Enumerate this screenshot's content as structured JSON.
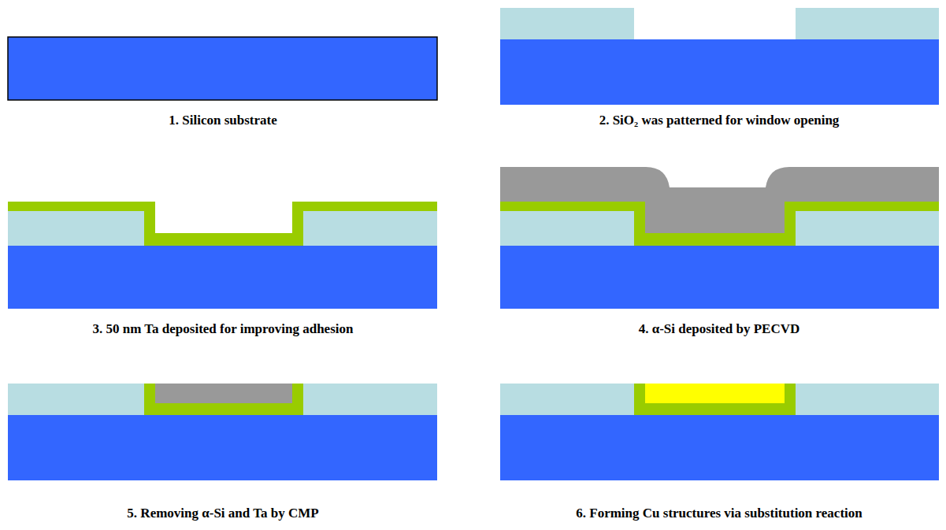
{
  "diagram": {
    "labels": [
      "1. Silicon substrate",
      "2. SiO₂ was patterned for window opening",
      "3. 50 nm Ta deposited for improving adhesion",
      "4. α-Si deposited by PECVD",
      "5. Removing α-Si and Ta by CMP",
      "6. Forming Cu structures via substitution reaction"
    ]
  }
}
